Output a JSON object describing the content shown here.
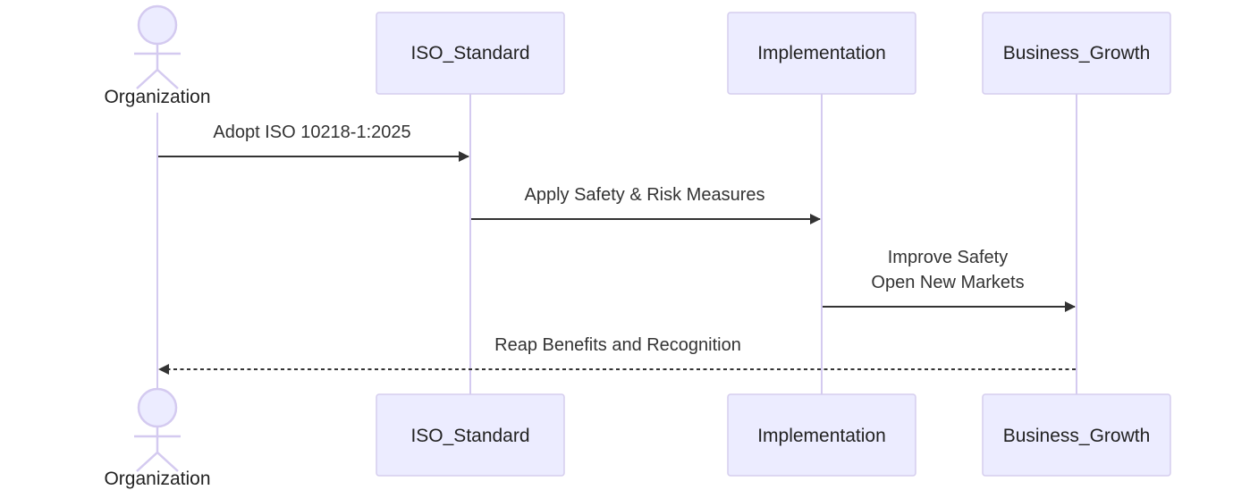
{
  "participants": {
    "organization": {
      "label": "Organization",
      "kind": "actor"
    },
    "iso_standard": {
      "label": "ISO_Standard",
      "kind": "box"
    },
    "implementation": {
      "label": "Implementation",
      "kind": "box"
    },
    "business_growth": {
      "label": "Business_Growth",
      "kind": "box"
    }
  },
  "messages": [
    {
      "from": "Organization",
      "to": "ISO_Standard",
      "lines": [
        "Adopt ISO 10218-1:2025"
      ],
      "style": "solid"
    },
    {
      "from": "ISO_Standard",
      "to": "Implementation",
      "lines": [
        "Apply Safety & Risk Measures"
      ],
      "style": "solid"
    },
    {
      "from": "Implementation",
      "to": "Business_Growth",
      "lines": [
        "Improve Safety",
        "Open New Markets"
      ],
      "style": "solid"
    },
    {
      "from": "Business_Growth",
      "to": "Organization",
      "lines": [
        "Reap Benefits and Recognition"
      ],
      "style": "dashed"
    }
  ],
  "colors": {
    "participant_fill": "#ececff",
    "participant_border": "#d5cdee",
    "lifeline": "#d4caf0",
    "message": "#333333"
  }
}
